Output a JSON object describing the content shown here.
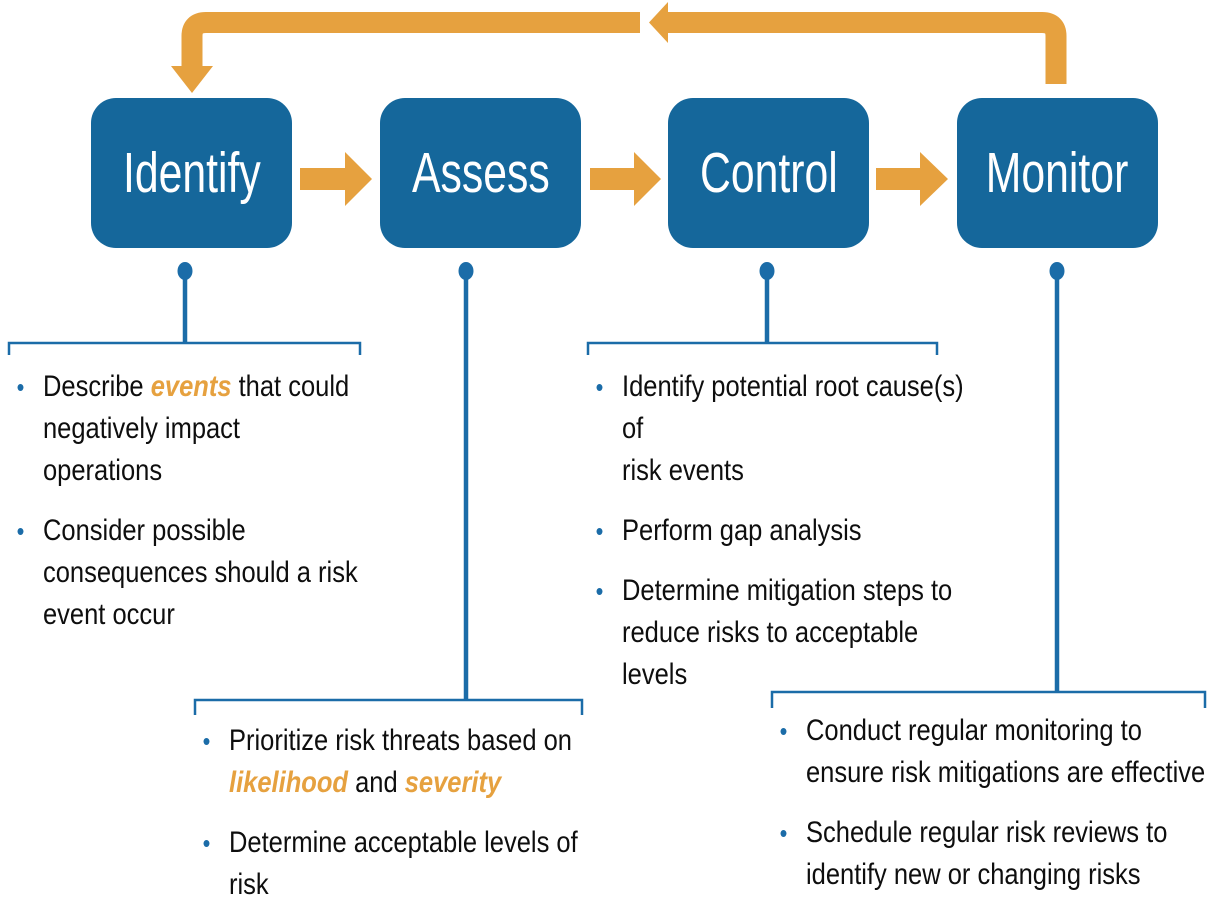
{
  "colors": {
    "box_blue": "#15679B",
    "connector_blue": "#1B6CA8",
    "arrow_orange": "#E6A13F",
    "em_orange": "#E6A13F",
    "body_text": "#0E0E0E",
    "label_text": "#FFFFFF",
    "background": "#FFFFFF"
  },
  "glyphs": {
    "bullet": "•"
  },
  "stages": [
    {
      "label": "Identify"
    },
    {
      "label": "Assess"
    },
    {
      "label": "Control"
    },
    {
      "label": "Monitor"
    }
  ],
  "notes": {
    "identify": {
      "bullets": [
        {
          "parts": [
            {
              "text": "Describe ",
              "em": false
            },
            {
              "text": "events",
              "em": true
            },
            {
              "text": " that could\nnegatively impact operations",
              "em": false
            }
          ]
        },
        {
          "parts": [
            {
              "text": "Consider possible\nconsequences should a risk\nevent occur",
              "em": false
            }
          ]
        }
      ]
    },
    "assess": {
      "bullets": [
        {
          "parts": [
            {
              "text": "Prioritize risk threats based on\n",
              "em": false
            },
            {
              "text": "likelihood",
              "em": true
            },
            {
              "text": " and ",
              "em": false
            },
            {
              "text": "severity",
              "em": true
            }
          ]
        },
        {
          "parts": [
            {
              "text": "Determine acceptable levels of risk",
              "em": false
            }
          ]
        }
      ]
    },
    "control": {
      "bullets": [
        {
          "parts": [
            {
              "text": "Identify potential root cause(s) of\nrisk events",
              "em": false
            }
          ]
        },
        {
          "parts": [
            {
              "text": "Perform gap analysis",
              "em": false
            }
          ]
        },
        {
          "parts": [
            {
              "text": "Determine mitigation steps to\nreduce risks to acceptable levels",
              "em": false
            }
          ]
        }
      ]
    },
    "monitor": {
      "bullets": [
        {
          "parts": [
            {
              "text": "Conduct regular monitoring to\nensure risk mitigations are effective",
              "em": false
            }
          ]
        },
        {
          "parts": [
            {
              "text": "Schedule regular risk reviews to\nidentify new or changing risks",
              "em": false
            }
          ]
        }
      ]
    }
  }
}
